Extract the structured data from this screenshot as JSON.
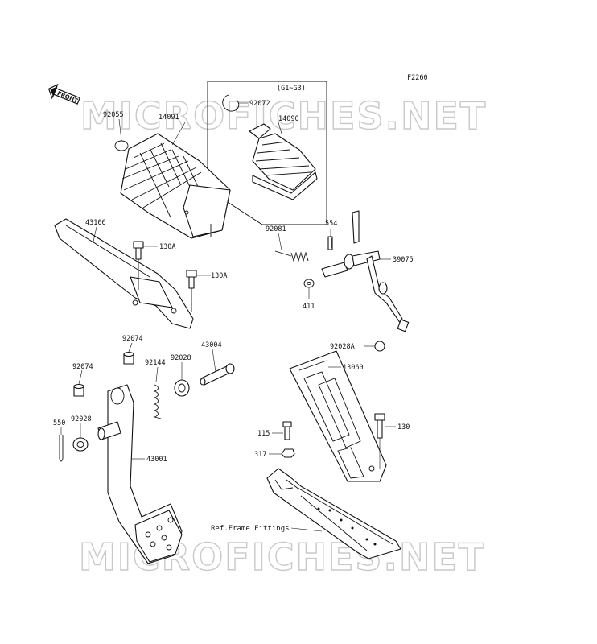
{
  "figure_code": "F2260",
  "front_arrow": "FRONT",
  "inset_label": "(G1~G3)",
  "watermark": "MICROFICHES.NET",
  "parts": [
    {
      "id": "92055"
    },
    {
      "id": "14091"
    },
    {
      "id": "92072"
    },
    {
      "id": "14090"
    },
    {
      "id": "43106"
    },
    {
      "id": "130A_top",
      "label": "130A"
    },
    {
      "id": "130A_mid",
      "label": "130A"
    },
    {
      "id": "92081"
    },
    {
      "id": "554"
    },
    {
      "id": "39075"
    },
    {
      "id": "411"
    },
    {
      "id": "92074_top",
      "label": "92074"
    },
    {
      "id": "43004"
    },
    {
      "id": "92144"
    },
    {
      "id": "92028_mid",
      "label": "92028"
    },
    {
      "id": "92074_left",
      "label": "92074"
    },
    {
      "id": "92028A"
    },
    {
      "id": "13060"
    },
    {
      "id": "550"
    },
    {
      "id": "92028_left",
      "label": "92028"
    },
    {
      "id": "115"
    },
    {
      "id": "130"
    },
    {
      "id": "317"
    },
    {
      "id": "43001"
    }
  ],
  "labels": {
    "p92055": "92055",
    "p14091": "14091",
    "p92072": "92072",
    "p14090": "14090",
    "p43106": "43106",
    "p130a1": "130A",
    "p130a2": "130A",
    "p92081": "92081",
    "p554": "554",
    "p39075": "39075",
    "p411": "411",
    "p92074a": "92074",
    "p43004": "43004",
    "p92144": "92144",
    "p92028a": "92028",
    "p92074b": "92074",
    "p92028A": "92028A",
    "p13060": "13060",
    "p550": "550",
    "p92028b": "92028",
    "p115": "115",
    "p130": "130",
    "p317": "317",
    "p43001": "43001"
  },
  "ref_frame": "Ref.Frame Fittings"
}
